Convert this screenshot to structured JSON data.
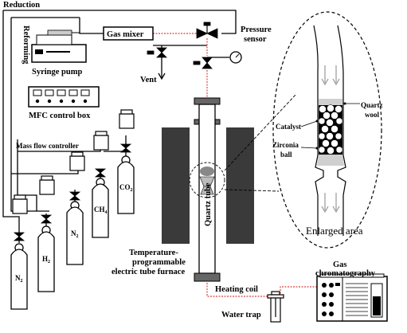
{
  "labels": {
    "reduction": "Reduction",
    "reforming": "Reforming",
    "gas_mixer": "Gas mixer",
    "pressure_sensor_1": "Pressure",
    "pressure_sensor_2": "sensor",
    "vent": "Vent",
    "syringe_pump": "Syringe pump",
    "mfc_control_box": "MFC control box",
    "mass_flow_controller": "Mass flow controller",
    "quartz_tube": "Quartz tube",
    "furnace_1": "Temperature-",
    "furnace_2": "programmable",
    "furnace_3": "electric tube furnace",
    "heating_coil": "Heating coil",
    "water_trap": "Water trap",
    "gc_1": "Gas",
    "gc_2": "chromatography",
    "catalyst": "Catalyst",
    "quartz_wool_1": "Quartz",
    "quartz_wool_2": "wool",
    "zirconia_1": "Zirconia",
    "zirconia_2": "ball",
    "enlarged_area": "Enlarged area"
  },
  "cylinders": [
    {
      "id": "n2-a",
      "label": "N",
      "sub": "2"
    },
    {
      "id": "h2",
      "label": "H",
      "sub": "2"
    },
    {
      "id": "n2-b",
      "label": "N",
      "sub": "2"
    },
    {
      "id": "ch4",
      "label": "CH",
      "sub": "4"
    },
    {
      "id": "co2",
      "label": "CO",
      "sub": "2"
    }
  ],
  "colors": {
    "line": "#000000",
    "heated_line": "#e06060",
    "furnace": "#3a3a3a",
    "catalyst_bed": "#888888"
  }
}
